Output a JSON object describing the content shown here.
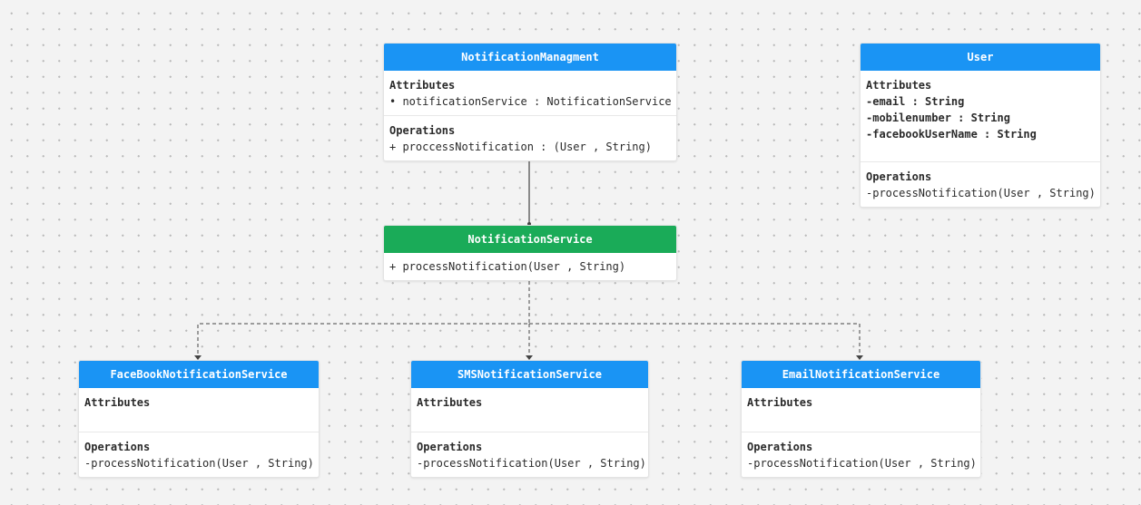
{
  "nodes": {
    "notification_management": {
      "title": "NotificationManagment",
      "attributes_title": "Attributes",
      "attributes": [
        "• notificationService : NotificationService"
      ],
      "operations_title": "Operations",
      "operations": [
        "+ proccessNotification : (User , String)"
      ]
    },
    "user": {
      "title": "User",
      "attributes_title": "Attributes",
      "attributes": [
        "-email : String",
        "-mobilenumber : String",
        "-facebookUserName : String"
      ],
      "operations_title": "Operations",
      "operations": [
        "-processNotification(User , String)"
      ]
    },
    "notification_service": {
      "title": "NotificationService",
      "operations": [
        "+ processNotification(User , String)"
      ]
    },
    "facebook_service": {
      "title": "FaceBookNotificationService",
      "attributes_title": "Attributes",
      "operations_title": "Operations",
      "operations": [
        "-processNotification(User , String)"
      ]
    },
    "sms_service": {
      "title": "SMSNotificationService",
      "attributes_title": "Attributes",
      "operations_title": "Operations",
      "operations": [
        "-processNotification(User , String)"
      ]
    },
    "email_service": {
      "title": "EmailNotificationService",
      "attributes_title": "Attributes",
      "operations_title": "Operations",
      "operations": [
        "-processNotification(User , String)"
      ]
    }
  },
  "colors": {
    "header_blue": "#1a94f4",
    "header_green": "#1aab58",
    "connector": "#444444"
  }
}
